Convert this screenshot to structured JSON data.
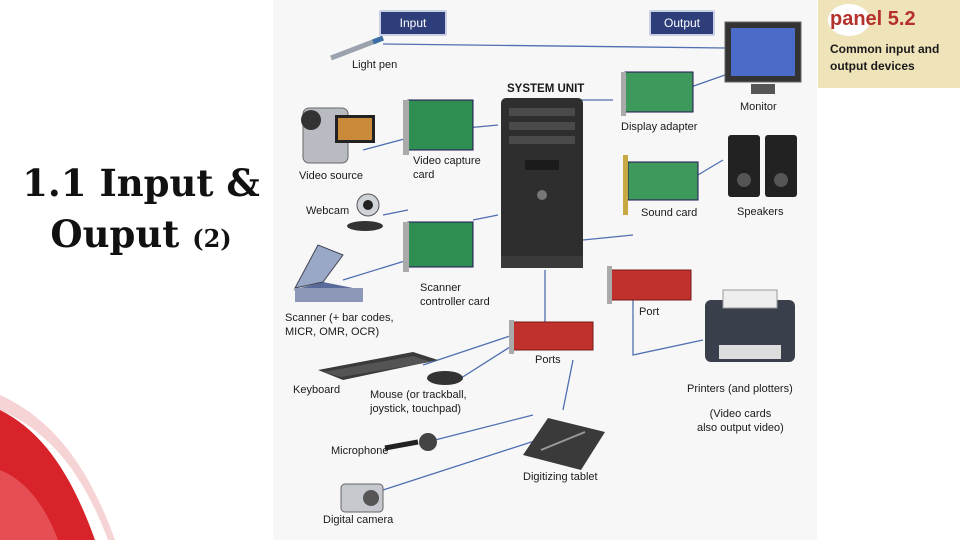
{
  "slide": {
    "title_line1": "1.1 Input &",
    "title_line2": "Ouput",
    "title_suffix": "(2)"
  },
  "panel": {
    "name": "panel 5.2",
    "description": "Common input and output devices"
  },
  "headers": {
    "input": "Input",
    "output": "Output"
  },
  "system_unit": "SYSTEM UNIT",
  "input_devices": {
    "light_pen": "Light pen",
    "video_source": "Video source",
    "webcam": "Webcam",
    "scanner": "Scanner (+ bar codes,\nMICR, OMR, OCR)",
    "keyboard": "Keyboard",
    "mouse": "Mouse (or trackball,\njoystick, touchpad)",
    "microphone": "Microphone",
    "digital_camera": "Digital camera",
    "digitizing_tablet": "Digitizing tablet"
  },
  "cards": {
    "video_capture": "Video capture\ncard",
    "scanner_controller": "Scanner\ncontroller card",
    "ports": "Ports",
    "display_adapter": "Display adapter",
    "sound_card": "Sound card",
    "port": "Port"
  },
  "output_devices": {
    "monitor": "Monitor",
    "speakers": "Speakers",
    "printers": "Printers (and plotters)",
    "video_note": "(Video cards\nalso output video)"
  },
  "colors": {
    "header_bg": "#2d3e7a",
    "line": "#4f6fb0",
    "panel_bg": "#efe3b9",
    "panel_accent": "#b5312b",
    "red_swoosh": "#d8232a"
  }
}
